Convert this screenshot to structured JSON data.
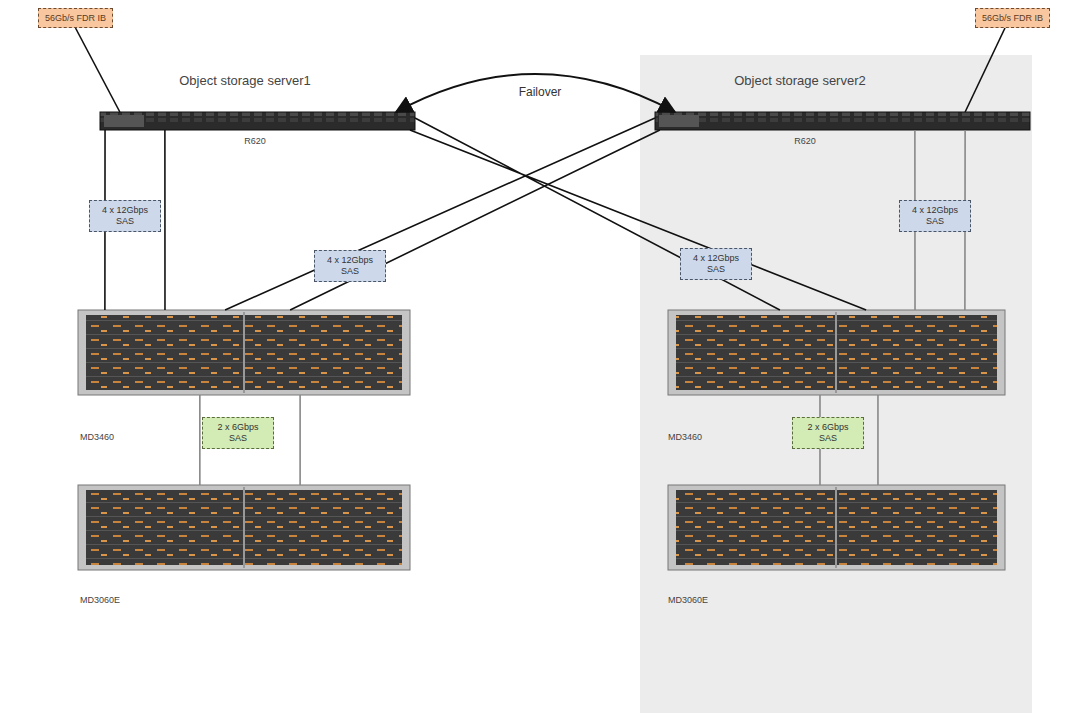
{
  "diagram": {
    "nodes": [
      {
        "text": [
          "56Gb/s FDR IB"
        ]
      },
      {
        "text": [
          "56Gb/s FDR IB"
        ]
      },
      {
        "text": [
          "Object storage server1",
          "R620"
        ]
      },
      {
        "text": [
          "Object storage server2",
          "R620"
        ]
      },
      {
        "text": [
          "MD3460"
        ]
      },
      {
        "text": [
          "MD3460"
        ]
      },
      {
        "text": [
          "MD3060E"
        ]
      },
      {
        "text": [
          "MD3060E"
        ]
      }
    ],
    "edges": [
      {
        "from": 0,
        "to": 2,
        "arrow": "none"
      },
      {
        "from": 1,
        "to": 3,
        "arrow": "none"
      },
      {
        "from": 2,
        "to": 3,
        "label": "Failover",
        "arrow": "both"
      },
      {
        "from": 2,
        "to": 4,
        "label": "4 x 12Gbps SAS",
        "arrow": "none"
      },
      {
        "from": 3,
        "to": 4,
        "label": "4 x 12Gbps SAS",
        "arrow": "none"
      },
      {
        "from": 2,
        "to": 5,
        "label": "4 x 12Gbps SAS",
        "arrow": "none"
      },
      {
        "from": 3,
        "to": 5,
        "label": "4 x 12Gbps SAS",
        "arrow": "none"
      },
      {
        "from": 4,
        "to": 6,
        "label": "2 x 6Gbps SAS",
        "arrow": "none"
      },
      {
        "from": 5,
        "to": 7,
        "label": "2 x 6Gbps SAS",
        "arrow": "none"
      }
    ]
  }
}
